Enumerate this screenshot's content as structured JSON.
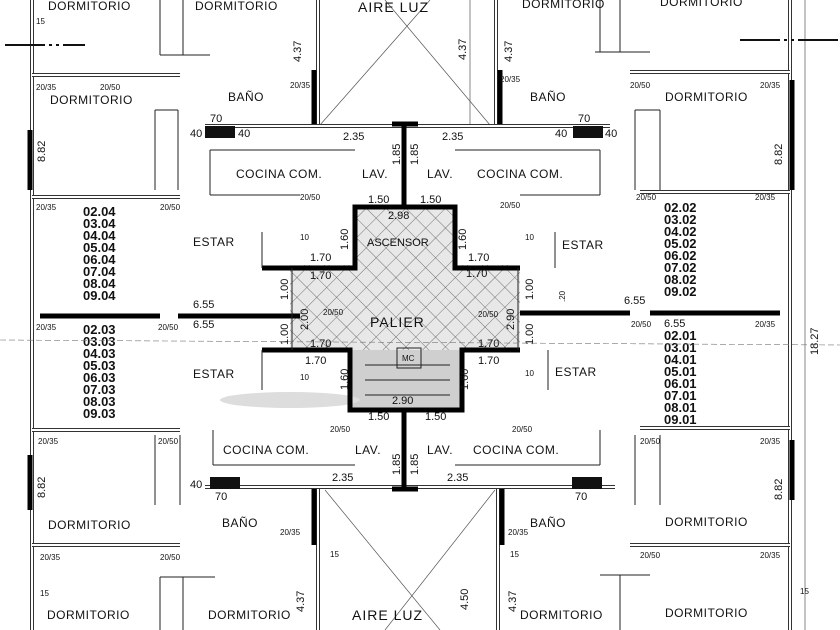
{
  "plan": {
    "rooms": {
      "dorm_tl1": "DORMITORIO",
      "dorm_tl2": "DORMITORIO",
      "dorm_tr1": "DORMITORIO",
      "dorm_tr2": "DORMITORIO",
      "dorm_l_top": "DORMITORIO",
      "dorm_r_top": "DORMITORIO",
      "dorm_l_bot": "DORMITORIO",
      "dorm_r_bot": "DORMITORIO",
      "dorm_bl1": "DORMITORIO",
      "dorm_bl2": "DORMITORIO",
      "dorm_br1": "DORMITORIO",
      "dorm_br2": "DORMITORIO",
      "aire_luz_top": "AIRE LUZ",
      "aire_luz_bot": "AIRE LUZ",
      "bano_tl": "BAÑO",
      "bano_tr": "BAÑO",
      "bano_bl": "BAÑO",
      "bano_br": "BAÑO",
      "cocina_tl": "COCINA COM.",
      "cocina_tr": "COCINA COM.",
      "cocina_bl": "COCINA COM.",
      "cocina_br": "COCINA COM.",
      "lav_tl": "LAV.",
      "lav_tr": "LAV.",
      "lav_bl": "LAV.",
      "lav_br": "LAV.",
      "estar_tl": "ESTAR",
      "estar_tr": "ESTAR",
      "estar_bl": "ESTAR",
      "estar_br": "ESTAR",
      "ascensor": "ASCENSOR",
      "palier": "PALIER",
      "mc": "MC"
    },
    "units": {
      "unit_04": [
        "02.04",
        "03.04",
        "04.04",
        "05.04",
        "06.04",
        "07.04",
        "08.04",
        "09.04"
      ],
      "unit_02": [
        "02.02",
        "03.02",
        "04.02",
        "05.02",
        "06.02",
        "07.02",
        "08.02",
        "09.02"
      ],
      "unit_03": [
        "02.03",
        "03.03",
        "04.03",
        "05.03",
        "06.03",
        "07.03",
        "08.03",
        "09.03"
      ],
      "unit_01": [
        "02.01",
        "03.01",
        "04.01",
        "05.01",
        "06.01",
        "07.01",
        "08.01",
        "09.01"
      ]
    },
    "dimensions": {
      "d437": "4.37",
      "d882": "8.82",
      "d655": "6.55",
      "d1827": "18.27",
      "d450": "4.50",
      "d235": "2.35",
      "d185": "1.85",
      "d150": "1.50",
      "d170": "1.70",
      "d160": "1.60",
      "d100": "1.00",
      "d298": "2.98",
      "d290": "2.90",
      "d200": "2.00",
      "d70": "70",
      "d40": "40",
      "d15": "15",
      "d10": "10",
      "d20": ".20",
      "w2035": "20/35",
      "w2050": "20/50"
    }
  }
}
